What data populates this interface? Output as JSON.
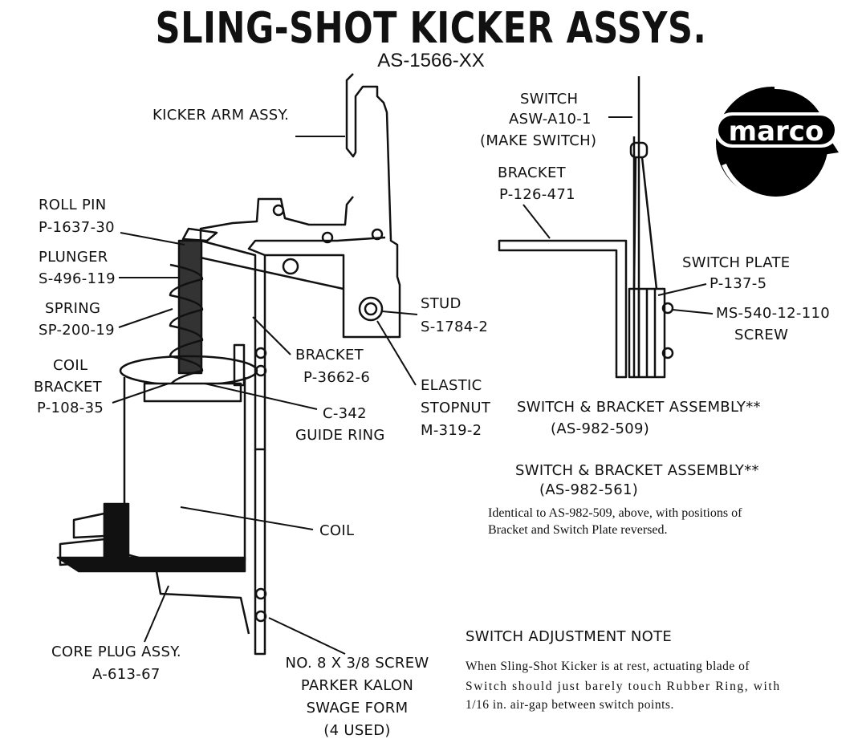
{
  "title": "SLING-SHOT KICKER ASSYS.",
  "subtitle": "AS-1566-XX",
  "logo": {
    "text": "marco",
    "color": "#000000"
  },
  "left_labels": {
    "kicker_arm": "KICKER ARM ASSY.",
    "roll_pin": [
      "ROLL PIN",
      "P-1637-30"
    ],
    "plunger": [
      "PLUNGER",
      "S-496-119"
    ],
    "spring": [
      "SPRING",
      "SP-200-19"
    ],
    "coil_bracket": [
      "COIL",
      "BRACKET",
      "P-108-35"
    ],
    "stud": [
      "STUD",
      "S-1784-2"
    ],
    "bracket": [
      "BRACKET",
      "P-3662-6"
    ],
    "guide_ring": [
      "C-342",
      "GUIDE RING"
    ],
    "elastic_stopnut": [
      "ELASTIC",
      "STOPNUT",
      "M-319-2"
    ],
    "coil": "COIL",
    "core_plug": [
      "CORE PLUG ASSY.",
      "A-613-67"
    ],
    "screw": [
      "NO. 8 X 3/8 SCREW",
      "PARKER KALON",
      "SWAGE FORM",
      "(4 USED)"
    ]
  },
  "right_labels": {
    "switch": [
      "SWITCH",
      "ASW-A10-1",
      "(MAKE SWITCH)"
    ],
    "bracket": [
      "BRACKET",
      "P-126-471"
    ],
    "switch_plate": [
      "SWITCH PLATE",
      "P-137-5"
    ],
    "screw": [
      "MS-540-12-110",
      "SCREW"
    ]
  },
  "assemblies": {
    "a1_name": "SWITCH & BRACKET ASSEMBLY**",
    "a1_code": "(AS-982-509)",
    "a2_name": "SWITCH & BRACKET ASSEMBLY**",
    "a2_code": "(AS-982-561)",
    "a2_note": [
      "Identical to AS-982-509, above, with positions of",
      "Bracket and Switch Plate reversed."
    ]
  },
  "adjustment": {
    "heading": "SWITCH ADJUSTMENT NOTE",
    "lines": [
      "When Sling-Shot Kicker is at rest, actuating blade of",
      "Switch should just barely touch Rubber Ring, with",
      "1/16 in. air-gap between switch points."
    ]
  }
}
